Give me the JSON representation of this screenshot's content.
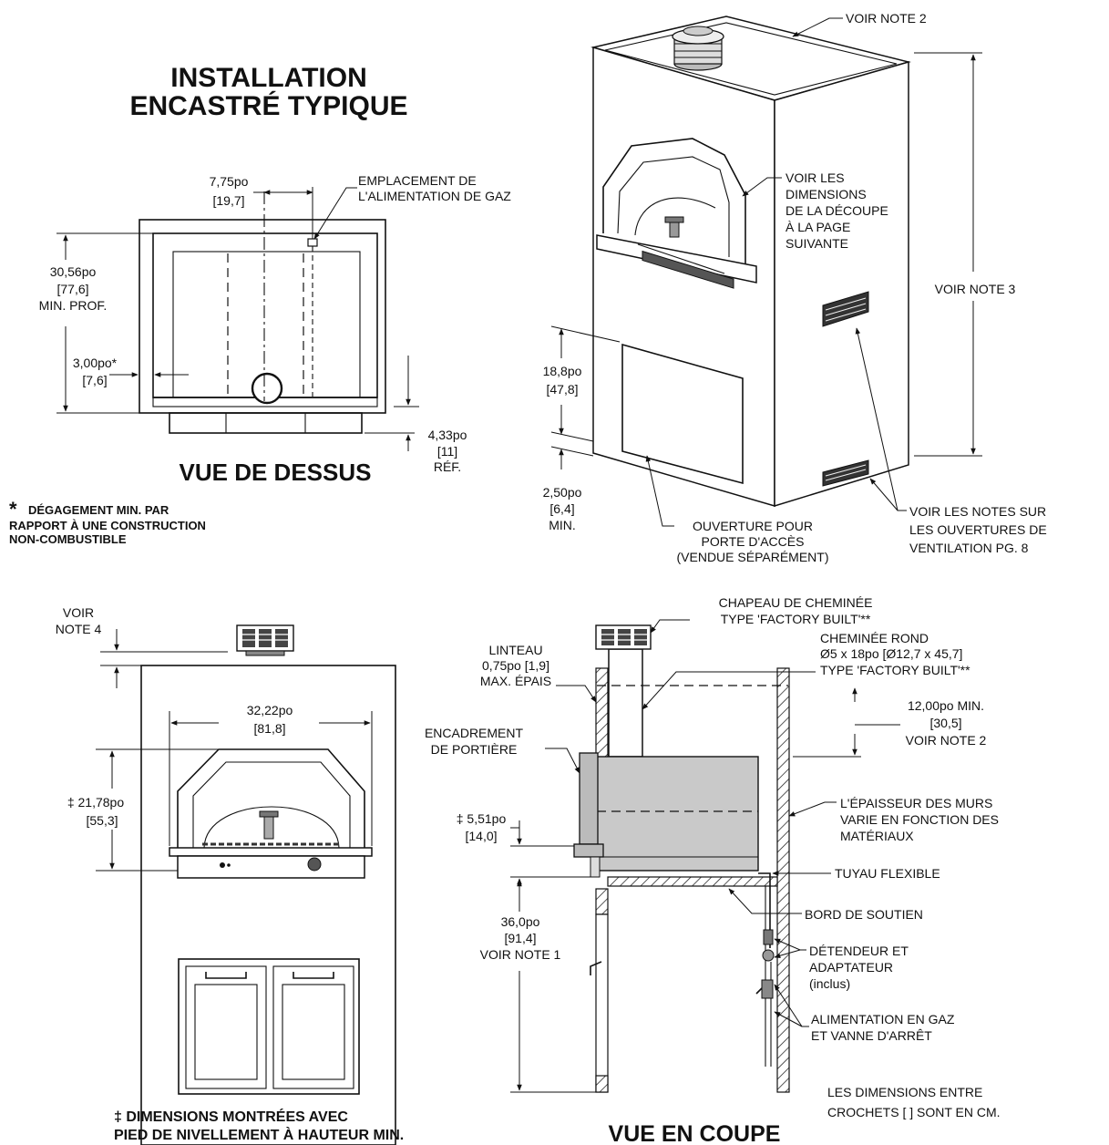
{
  "title": {
    "line1": "INSTALLATION",
    "line2": "ENCASTRÉ TYPIQUE"
  },
  "top_view": {
    "heading": "VUE DE DESSUS",
    "dim_width": "7,75po",
    "dim_width_cm": "[19,7]",
    "gas_label_line1": "EMPLACEMENT DE",
    "gas_label_line2": "L'ALIMENTATION DE GAZ",
    "dim_depth": "30,56po",
    "dim_depth_cm": "[77,6]",
    "dim_depth_note": "MIN. PROF.",
    "dim_clear": "3,00po*",
    "dim_clear_cm": "[7,6]",
    "dim_ref": "4,33po",
    "dim_ref_cm": "[11]",
    "dim_ref_note": "RÉF."
  },
  "clearance_note": {
    "star": "*",
    "line1": "DÉGAGEMENT MIN. PAR",
    "line2": "RAPPORT À UNE CONSTRUCTION",
    "line3": "NON-COMBUSTIBLE"
  },
  "iso_view": {
    "note2": "VOIR NOTE 2",
    "cutout_line1": "VOIR LES",
    "cutout_line2": "DIMENSIONS",
    "cutout_line3": "DE LA DÉCOUPE",
    "cutout_line4": "À LA PAGE",
    "cutout_line5": "SUIVANTE",
    "note3": "VOIR NOTE 3",
    "dim_door": "18,8po",
    "dim_door_cm": "[47,8]",
    "dim_min": "2,50po",
    "dim_min_cm": "[6,4]",
    "dim_min_note": "MIN.",
    "access_line1": "OUVERTURE POUR",
    "access_line2": "PORTE D'ACCÈS",
    "access_line3": "(VENDUE SÉPARÉMENT)",
    "vent_line1": "VOIR LES NOTES SUR",
    "vent_line2": "LES OUVERTURES DE",
    "vent_line3": "VENTILATION PG. 8"
  },
  "front_view": {
    "note4_line1": "VOIR",
    "note4_line2": "NOTE 4",
    "dim_width": "32,22po",
    "dim_width_cm": "[81,8]",
    "dim_height": "‡ 21,78po",
    "dim_height_cm": "[55,3]"
  },
  "section_view": {
    "heading": "VUE EN COUPE",
    "cap_line1": "CHAPEAU DE CHEMINÉE",
    "cap_line2": "TYPE 'FACTORY BUILT'**",
    "chimney_line1": "CHEMINÉE ROND",
    "chimney_line2": "Ø5 x 18po [Ø12,7 x 45,7]",
    "chimney_line3": "TYPE 'FACTORY BUILT'**",
    "lintel_line1": "LINTEAU",
    "lintel_line2": "0,75po [1,9]",
    "lintel_line3": "MAX. ÉPAIS",
    "dim_top": "12,00po MIN.",
    "dim_top_cm": "[30,5]",
    "dim_top_note": "VOIR NOTE 2",
    "frame_line1": "ENCADREMENT",
    "frame_line2": "DE PORTIÈRE",
    "wall_line1": "L'ÉPAISSEUR DES MURS",
    "wall_line2": "VARIE EN FONCTION DES",
    "wall_line3": "MATÉRIAUX",
    "dim_leg": "‡ 5,51po",
    "dim_leg_cm": "[14,0]",
    "flex_hose": "TUYAU FLEXIBLE",
    "support": "BORD DE SOUTIEN",
    "dim_floor": "36,0po",
    "dim_floor_cm": "[91,4]",
    "dim_floor_note": "VOIR NOTE 1",
    "reg_line1": "DÉTENDEUR ET",
    "reg_line2": "ADAPTATEUR",
    "reg_line3": "(inclus)",
    "gas_line1": "ALIMENTATION EN GAZ",
    "gas_line2": "ET VANNE D'ARRÊT"
  },
  "footer": {
    "note_line1": "‡  DIMENSIONS MONTRÉES AVEC",
    "note_line2": "PIED DE NIVELLEMENT À HAUTEUR MIN.",
    "units_line1": "LES DIMENSIONS ENTRE",
    "units_line2": "CROCHETS [ ] SONT EN CM."
  }
}
